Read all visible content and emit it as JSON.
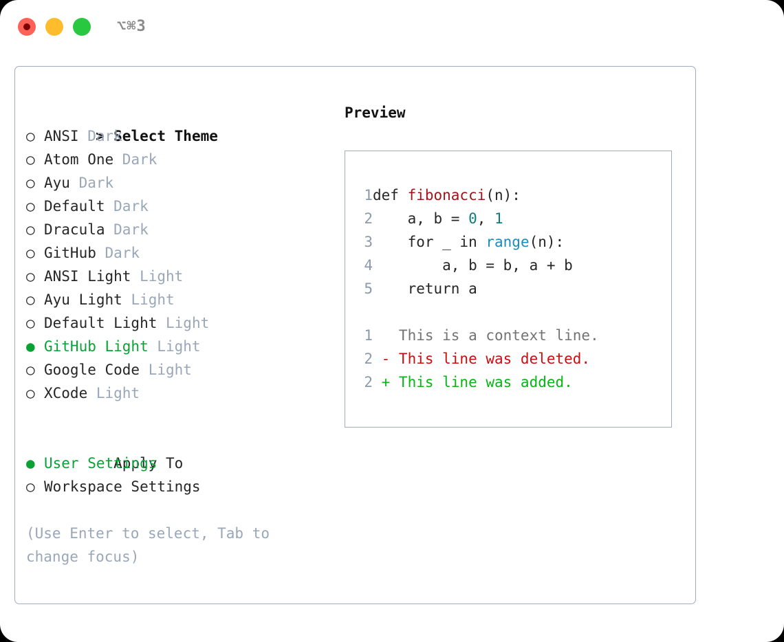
{
  "titlebar": {
    "shortcut": "⌥⌘3",
    "buttons": {
      "close": "close",
      "minimize": "minimize",
      "maximize": "maximize"
    }
  },
  "theme_picker": {
    "header_marker": ">",
    "header": "Select Theme",
    "unselected_marker": "○",
    "selected_marker": "●",
    "items": [
      {
        "marker": "○",
        "label": "ANSI",
        "tag": "Dark",
        "selected": false
      },
      {
        "marker": "○",
        "label": "Atom One",
        "tag": "Dark",
        "selected": false
      },
      {
        "marker": "○",
        "label": "Ayu",
        "tag": "Dark",
        "selected": false
      },
      {
        "marker": "○",
        "label": "Default",
        "tag": "Dark",
        "selected": false
      },
      {
        "marker": "○",
        "label": "Dracula",
        "tag": "Dark",
        "selected": false
      },
      {
        "marker": "○",
        "label": "GitHub",
        "tag": "Dark",
        "selected": false
      },
      {
        "marker": "○",
        "label": "ANSI Light",
        "tag": "Light",
        "selected": false
      },
      {
        "marker": "○",
        "label": "Ayu Light",
        "tag": "Light",
        "selected": false
      },
      {
        "marker": "○",
        "label": "Default Light",
        "tag": "Light",
        "selected": false
      },
      {
        "marker": "●",
        "label": "GitHub Light",
        "tag": "Light",
        "selected": true
      },
      {
        "marker": "○",
        "label": "Google Code",
        "tag": "Light",
        "selected": false
      },
      {
        "marker": "○",
        "label": "XCode",
        "tag": "Light",
        "selected": false
      }
    ]
  },
  "apply_to": {
    "header": "Apply To",
    "items": [
      {
        "marker": "●",
        "label": "User Settings",
        "selected": true
      },
      {
        "marker": "○",
        "label": "Workspace Settings",
        "selected": false
      }
    ]
  },
  "hint": "(Use Enter to select, Tab to change focus)",
  "preview": {
    "title": "Preview",
    "code_lines": [
      {
        "n": "1",
        "tokens": [
          {
            "t": "def ",
            "c": "plain"
          },
          {
            "t": "fibonacci",
            "c": "fn"
          },
          {
            "t": "(n):",
            "c": "plain"
          }
        ]
      },
      {
        "n": "2",
        "tokens": [
          {
            "t": "    a, b = ",
            "c": "plain"
          },
          {
            "t": "0",
            "c": "num"
          },
          {
            "t": ", ",
            "c": "plain"
          },
          {
            "t": "1",
            "c": "num"
          }
        ]
      },
      {
        "n": "3",
        "tokens": [
          {
            "t": "    for _ in ",
            "c": "plain"
          },
          {
            "t": "range",
            "c": "builtin"
          },
          {
            "t": "(n):",
            "c": "plain"
          }
        ]
      },
      {
        "n": "4",
        "tokens": [
          {
            "t": "        a, b = b, a + b",
            "c": "plain"
          }
        ]
      },
      {
        "n": "5",
        "tokens": [
          {
            "t": "    return a",
            "c": "plain"
          }
        ]
      }
    ],
    "diff_lines": [
      {
        "n": "1",
        "tokens": [
          {
            "t": "   This is a context line.",
            "c": "ctx"
          }
        ]
      },
      {
        "n": "2",
        "tokens": [
          {
            "t": " - This line was deleted.",
            "c": "del"
          }
        ]
      },
      {
        "n": "2",
        "tokens": [
          {
            "t": " + This line was added.",
            "c": "add"
          }
        ]
      }
    ]
  },
  "colors": {
    "accent_green": "#0ba235",
    "muted": "#99a7b8",
    "border": "#9fadbd",
    "fn_red": "#a3131a",
    "num_teal": "#0d7c7c",
    "builtin_blue": "#1a8cc0",
    "diff_del": "#cc0d0d",
    "diff_add": "#07b515"
  }
}
